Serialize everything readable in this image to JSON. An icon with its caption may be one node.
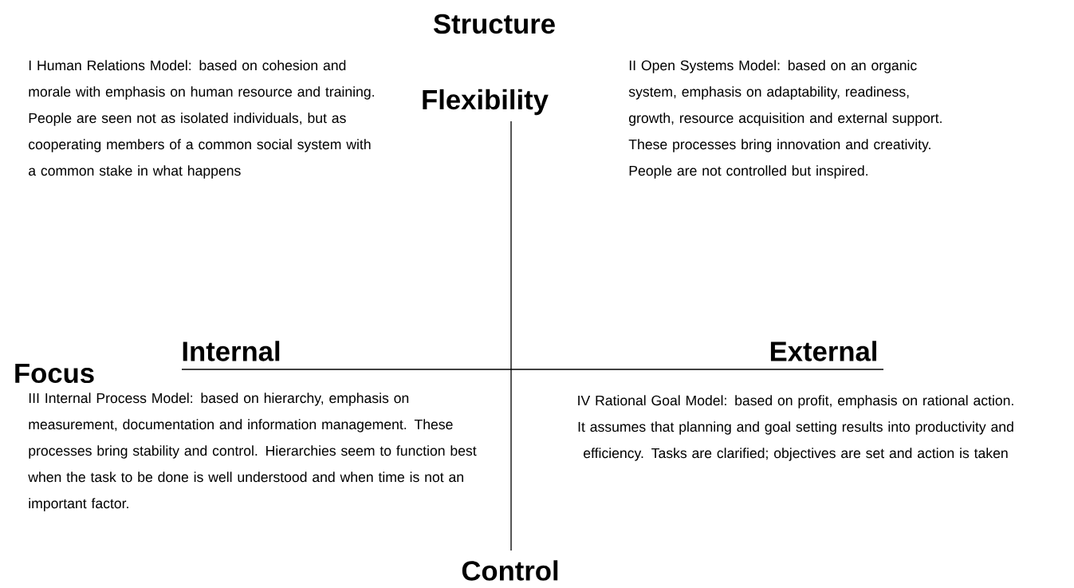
{
  "diagram": {
    "labels": [
      "Structure",
      "I Human Relations Model: based on cohesion and morale with emphasis on human resource and training. People are seen not as isolated individuals, but as cooperating members of a common social system with a common stake in what happens",
      "Flexibility",
      "II Open Systems Model: based on an organic system, emphasis on adaptability, readiness, growth, resource acquisition and external support. These processes bring innovation and creativity. People are not controlled but inspired.",
      "Internal",
      "External",
      "Focus",
      "III   Internal Process Model: based on hierarchy, emphasis on measurement, documentation and information management. These processes bring stability and control. Hierarchies seem to function best when the task to be done is well understood and when time is not an important factor.",
      "IV Rational Goal Model: based on profit, emphasis on rational action. It assumes that planning and goal setting results into productivity and efficiency. Tasks are clarified; objectives are set and action is taken",
      "Control"
    ]
  }
}
